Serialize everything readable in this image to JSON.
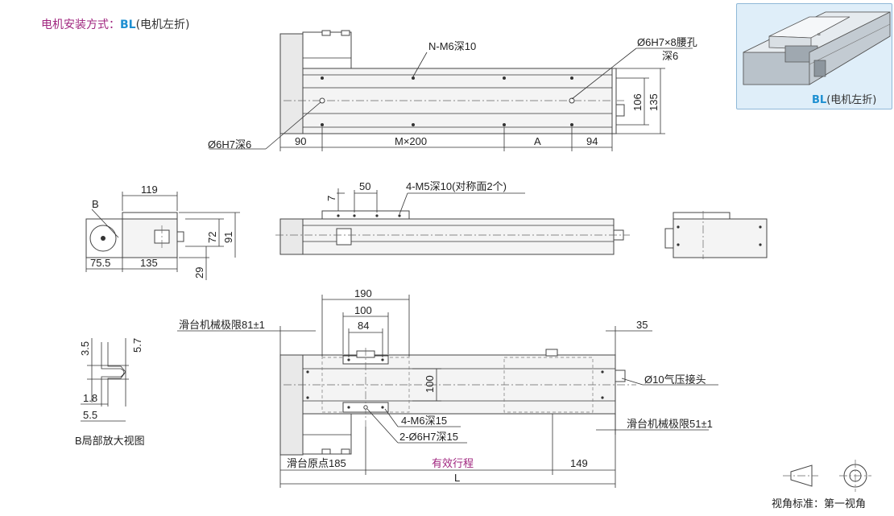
{
  "header": {
    "title_prefix": "电机安装方式：",
    "title_code": "BL",
    "title_suffix": "(电机左折)"
  },
  "iso_view": {
    "code": "BL",
    "label": "(电机左折)"
  },
  "top_view": {
    "label_tap": "N-M6深10",
    "label_slot_main": "Ø6H7×8腰孔",
    "label_slot_depth": "深6",
    "label_pin": "Ø6H7深6",
    "dim_90": "90",
    "dim_m200": "M×200",
    "dim_a": "A",
    "dim_94": "94",
    "dim_106": "106",
    "dim_135": "135"
  },
  "side_view": {
    "label_b": "B",
    "dim_119": "119",
    "dim_72": "72",
    "dim_91": "91",
    "dim_75_5": "75.5",
    "dim_135": "135",
    "dim_29": "29",
    "dim_7": "7",
    "dim_50": "50",
    "label_m5": "4-M5深10(对称面2个)"
  },
  "bottom_view": {
    "dim_190": "190",
    "dim_100": "100",
    "dim_84": "84",
    "dim_100_v": "100",
    "dim_35": "35",
    "label_limit_81": "滑台机械极限81±1",
    "label_air": "Ø10气压接头",
    "label_limit_51": "滑台机械极限51±1",
    "label_m6": "4-M6深15",
    "label_pin15": "2-Ø6H7深15",
    "label_origin": "滑台原点185",
    "label_stroke": "有效行程",
    "dim_149": "149",
    "dim_l": "L"
  },
  "detail_b": {
    "dim_3_5": "3.5",
    "dim_5_7": "5.7",
    "dim_1_8": "1.8",
    "dim_5_5": "5.5",
    "caption": "B局部放大视图"
  },
  "projection": {
    "label": "视角标准：第一视角"
  }
}
